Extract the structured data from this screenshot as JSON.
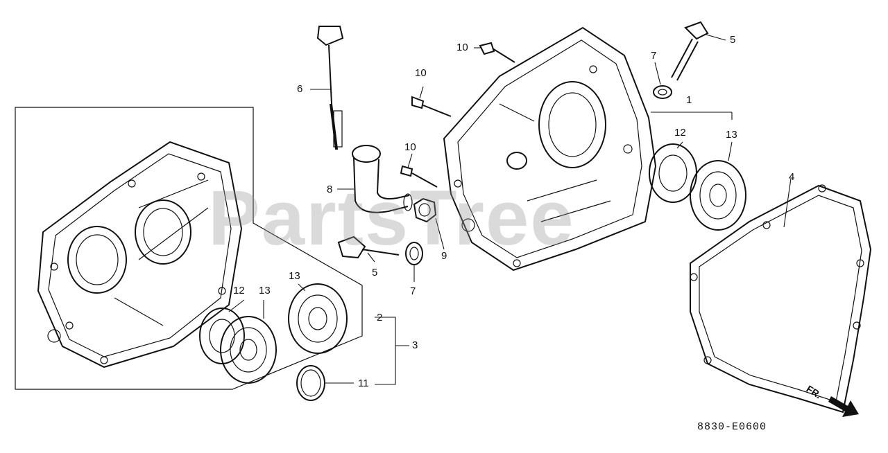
{
  "watermark": "PartsTree",
  "reference_code": "8830-E0600",
  "direction": {
    "label": "FR.",
    "icon": "front-direction-arrow-icon"
  },
  "callouts": {
    "c1": "1",
    "c2": "2",
    "c3": "3",
    "c4": "4",
    "c5a": "5",
    "c5b": "5",
    "c6": "6",
    "c7a": "7",
    "c7b": "7",
    "c8": "8",
    "c9": "9",
    "c10a": "10",
    "c10b": "10",
    "c10c": "10",
    "c11": "11",
    "c12a": "12",
    "c12b": "12",
    "c13a": "13",
    "c13b": "13",
    "c13c": "13"
  }
}
